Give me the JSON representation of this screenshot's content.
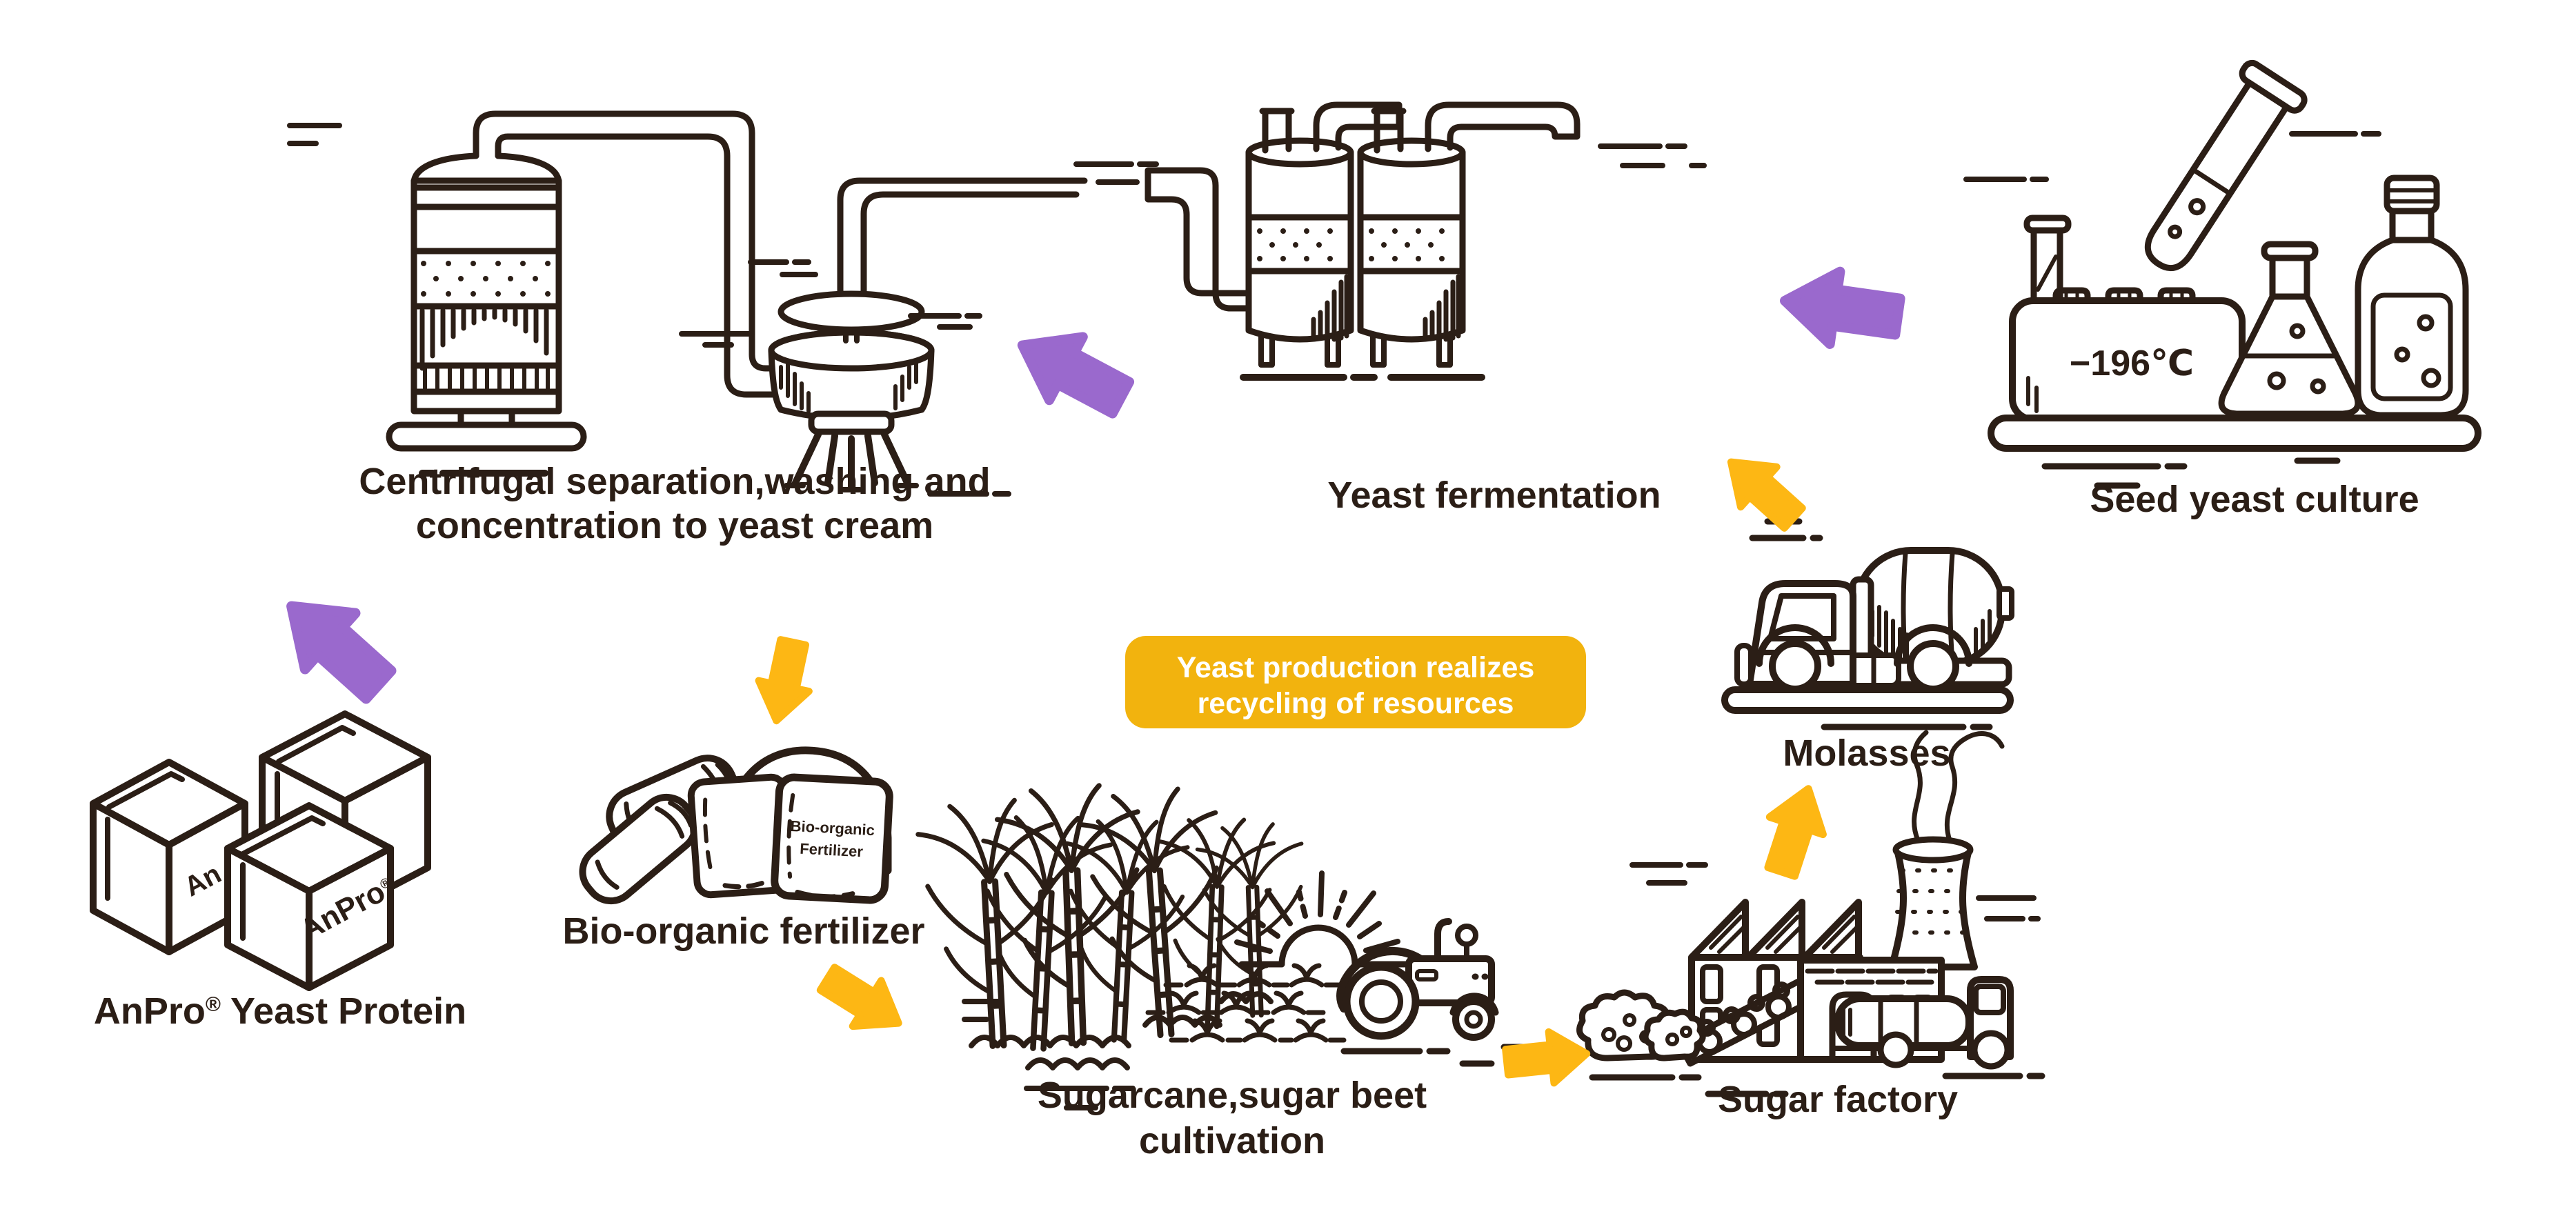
{
  "colors": {
    "ink": "#2b1e16",
    "purple": "#9a69cd",
    "arrow_yellow": "#fdb714",
    "badge_yellow": "#f2b30e",
    "badge_text": "#ffffff",
    "background": "#ffffff"
  },
  "badge": {
    "line1": "Yeast production realizes",
    "line2": "recycling of resources"
  },
  "captions": {
    "centrifugal_line1": "Centrifugal separation,washing and",
    "centrifugal_line2": "concentration to yeast cream",
    "fermentation": "Yeast fermentation",
    "seed_culture": "Seed yeast culture",
    "molasses": "Molasses",
    "anpro_name": "AnPro",
    "anpro_reg": "®",
    "anpro_rest": " Yeast Protein",
    "fertilizer": "Bio-organic fertilizer",
    "sugarcane_line1": "Sugarcane,sugar beet",
    "sugarcane_line2": "cultivation",
    "sugar_factory": "Sugar factory"
  },
  "labels": {
    "cryo_temperature": "−196℃",
    "box_front_name": "AnPro",
    "box_front_reg": "®",
    "box_back_partial": "An",
    "bag_line1": "Bio-organic",
    "bag_line2": "Fertilizer"
  }
}
